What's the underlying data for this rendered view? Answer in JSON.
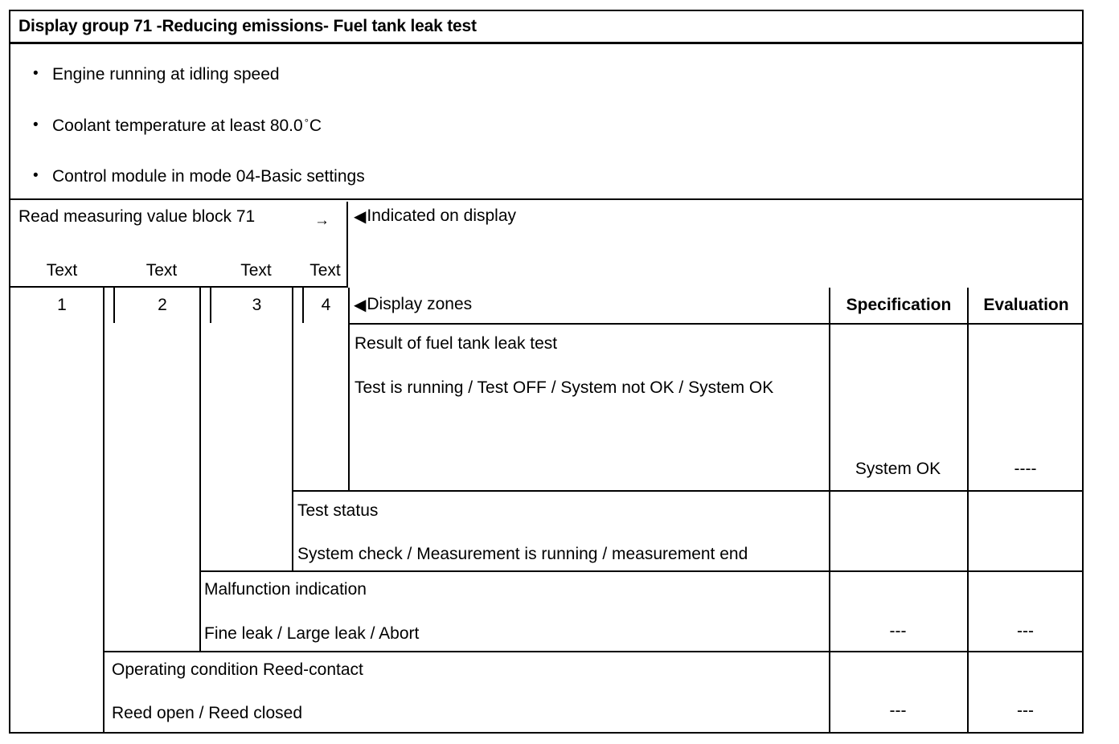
{
  "document": {
    "title": "Display group 71 -Reducing emissions- Fuel tank leak test"
  },
  "preconditions": {
    "bullet_glyph": "•",
    "items": [
      {
        "text": "Engine running at idling speed"
      },
      {
        "text_before": "Coolant temperature at least 80.0",
        "degree": "°",
        "text_after": "C"
      },
      {
        "text": "Control module in mode 04-Basic settings"
      }
    ]
  },
  "read_block": {
    "title": "Read measuring value block 71",
    "arrow_icon": "→",
    "subheaders": [
      "Text",
      "Text",
      "Text",
      "Text"
    ],
    "numbers": [
      "1",
      "2",
      "3",
      "4"
    ]
  },
  "annotations": {
    "triangle_icon": "◀",
    "indicated_on_display": "Indicated on display",
    "display_zones": "Display zones"
  },
  "table": {
    "headers": {
      "specification": "Specification",
      "evaluation": "Evaluation"
    },
    "rows": [
      {
        "name": "Result of fuel tank leak test",
        "values": "Test is running / Test OFF / System not OK / System OK",
        "specification": "System OK",
        "evaluation": "----"
      },
      {
        "name": "Test status",
        "values": "System check / Measurement is running / measurement end",
        "specification": "",
        "evaluation": ""
      },
      {
        "name": "Malfunction indication",
        "values": "Fine leak / Large leak / Abort",
        "specification": "---",
        "evaluation": "---"
      },
      {
        "name": "Operating condition Reed-contact",
        "values": "Reed open / Reed closed",
        "specification": "---",
        "evaluation": "---"
      }
    ]
  }
}
